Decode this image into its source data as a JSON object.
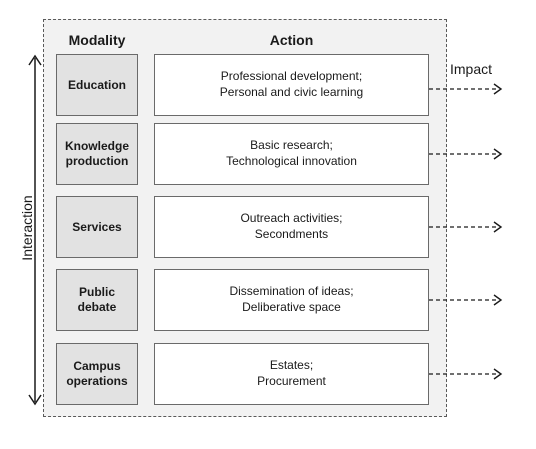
{
  "headers": {
    "modality": "Modality",
    "action": "Action"
  },
  "side_labels": {
    "interaction": "Interaction",
    "impact": "Impact"
  },
  "rows": [
    {
      "modality": "Education",
      "action_line1": "Professional development;",
      "action_line2": "Personal and civic learning"
    },
    {
      "modality": "Knowledge production",
      "action_line1": "Basic research;",
      "action_line2": "Technological innovation"
    },
    {
      "modality": "Services",
      "action_line1": "Outreach activities;",
      "action_line2": "Secondments"
    },
    {
      "modality": "Public debate",
      "action_line1": "Dissemination of ideas;",
      "action_line2": "Deliberative space"
    },
    {
      "modality": "Campus operations",
      "action_line1": "Estates;",
      "action_line2": "Procurement"
    }
  ]
}
